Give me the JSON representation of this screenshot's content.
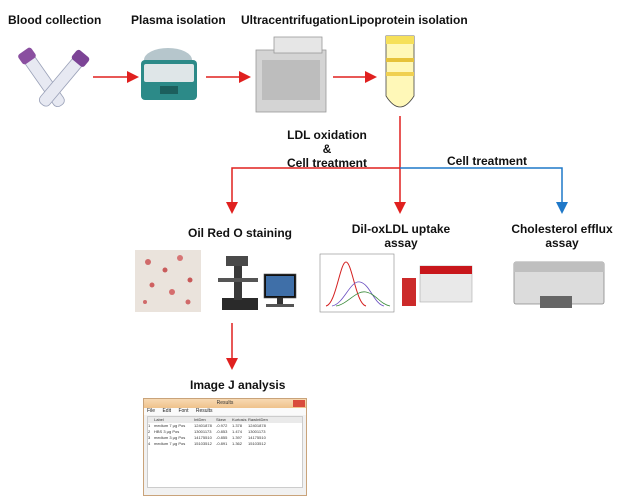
{
  "steps": {
    "blood_collection": "Blood collection",
    "plasma_isolation": "Plasma isolation",
    "ultracentrifugation": "Ultracentrifugation",
    "lipoprotein_isolation": "Lipoprotein isolation",
    "ldl_oxidation_line1": "LDL oxidation",
    "ldl_oxidation_amp": "&",
    "ldl_oxidation_line2": "Cell treatment",
    "cell_treatment_right": "Cell treatment",
    "oil_red_o": "Oil Red O staining",
    "dil_uptake_line1": "Dil-oxLDL uptake",
    "dil_uptake_line2": "assay",
    "chol_efflux_line1": "Cholesterol efflux",
    "chol_efflux_line2": "assay",
    "image_j": "Image J analysis"
  },
  "colors": {
    "red_arrow": "#e0201f",
    "blue_arrow": "#1f78c8"
  },
  "imagej_window": {
    "title": "Results",
    "menu": [
      "File",
      "Edit",
      "Font",
      "Results"
    ],
    "columns": [
      "",
      "Label",
      "IntDen",
      "Skew",
      "Kurtosis",
      "RawIntDen"
    ],
    "rows": [
      [
        "1",
        "medium 7 µg Pos",
        "12401878",
        "-0.972",
        "1.378",
        "12401878"
      ],
      [
        "2",
        "HBS 3 µg Pos",
        "13001173",
        "-0.853",
        "1.474",
        "13001173"
      ],
      [
        "3",
        "medium 3 µg Pos",
        "14175510",
        "-0.855",
        "1.397",
        "14175510"
      ],
      [
        "4",
        "medium 7 µg Pos",
        "15103512",
        "-0.891",
        "1.362",
        "15103512"
      ]
    ]
  }
}
